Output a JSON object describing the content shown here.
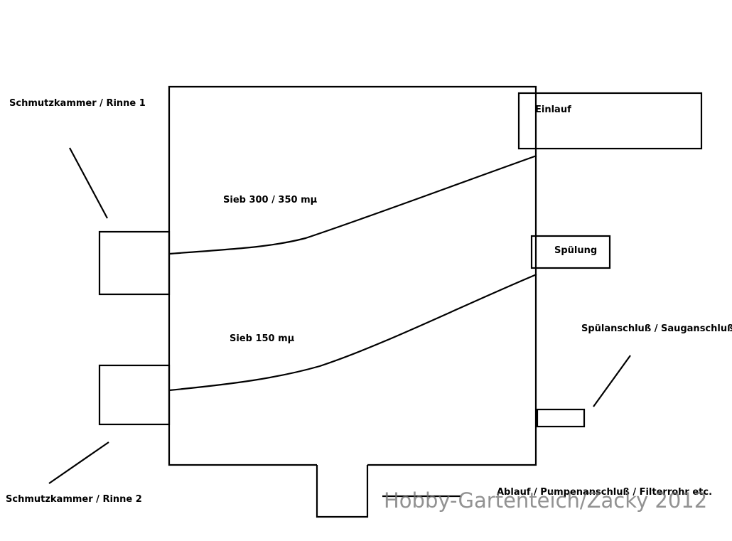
{
  "labels": {
    "chamber1": "Schmutzkammer / Rinne 1",
    "chamber2": "Schmutzkammer / Rinne 2",
    "inlet": "Einlauf",
    "sieve_top": "Sieb 300 / 350 mµ",
    "sieve_bottom": "Sieb 150 mµ",
    "flush": "Spülung",
    "flush_connection": "Spülanschluß / Sauganschluß",
    "outlet": "Ablauf / Pumpenanschluß / Filterrohr etc."
  },
  "watermark": "Hobby-Gartenteich/Zacky 2012",
  "colors": {
    "line": "#000000",
    "background": "#ffffff",
    "watermark": "#6e6e6e"
  }
}
